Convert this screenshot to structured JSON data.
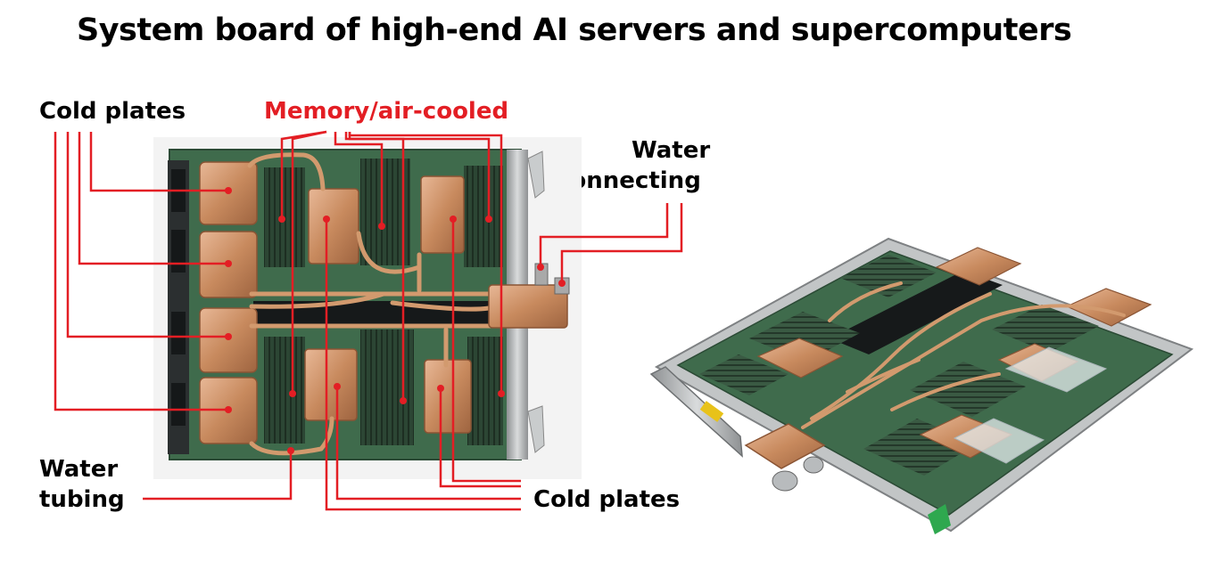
{
  "title": "System board of high-end AI servers and supercomputers",
  "labels": {
    "cold_plates_top": "Cold plates",
    "memory_air_cooled": "Memory/air-cooled",
    "water_connecting_line1": "Water",
    "water_connecting_line2": "connecting",
    "water_tubing_line1": "Water",
    "water_tubing_line2": "tubing",
    "cold_plates_bottom": "Cold plates"
  },
  "colors": {
    "leader_line": "#e31e24",
    "copper": "#c88a5e",
    "pcb": "#3f6b4c",
    "dimm": "#2f4a37",
    "chassis": "#b9bcbe"
  }
}
